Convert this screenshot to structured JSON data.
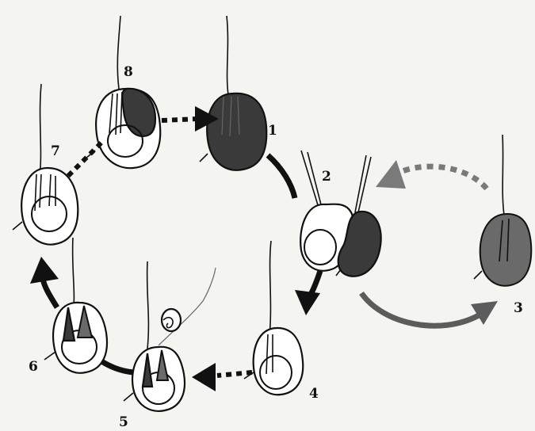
{
  "diagram": {
    "stage_labels": [
      "1",
      "2",
      "3",
      "4",
      "5",
      "6",
      "7",
      "8"
    ],
    "colors": {
      "background": "#f4f4f1",
      "ink": "#111111",
      "dark_fill": "#3a3a3a",
      "grey_arrow": "#6f6f6f",
      "cell_fill": "#ffffff"
    }
  }
}
